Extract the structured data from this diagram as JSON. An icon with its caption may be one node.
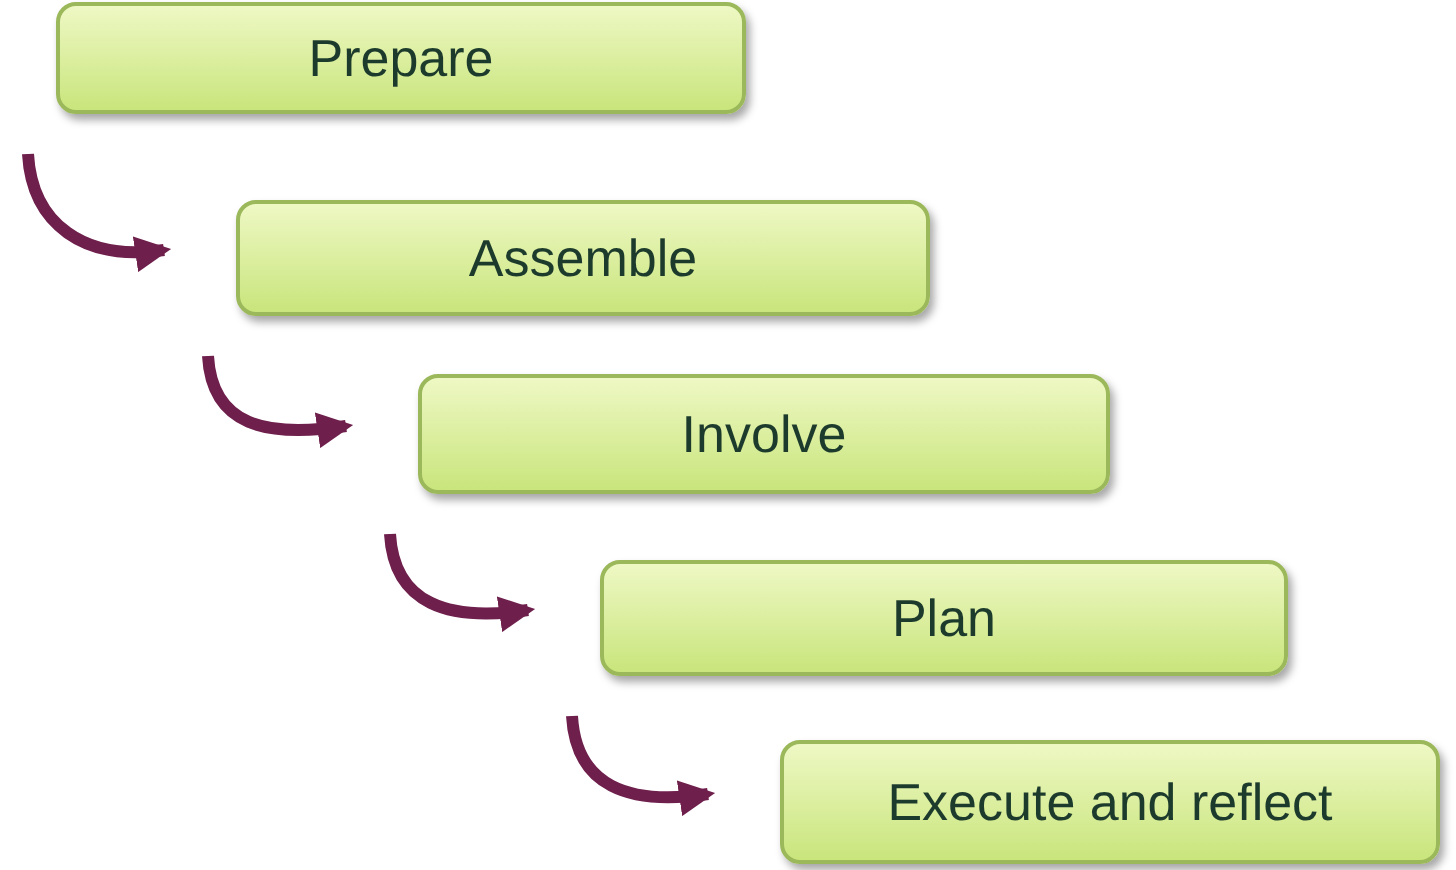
{
  "diagram": {
    "nodes": [
      {
        "text": [
          "Prepare"
        ]
      },
      {
        "text": [
          "Assemble"
        ]
      },
      {
        "text": [
          "Involve"
        ]
      },
      {
        "text": [
          "Plan"
        ]
      },
      {
        "text": [
          "Execute and reflect"
        ]
      }
    ],
    "edges": [
      {
        "from": 0,
        "to": 1,
        "arrow": "to"
      },
      {
        "from": 1,
        "to": 2,
        "arrow": "to"
      },
      {
        "from": 2,
        "to": 3,
        "arrow": "to"
      },
      {
        "from": 3,
        "to": 4,
        "arrow": "to"
      }
    ]
  }
}
